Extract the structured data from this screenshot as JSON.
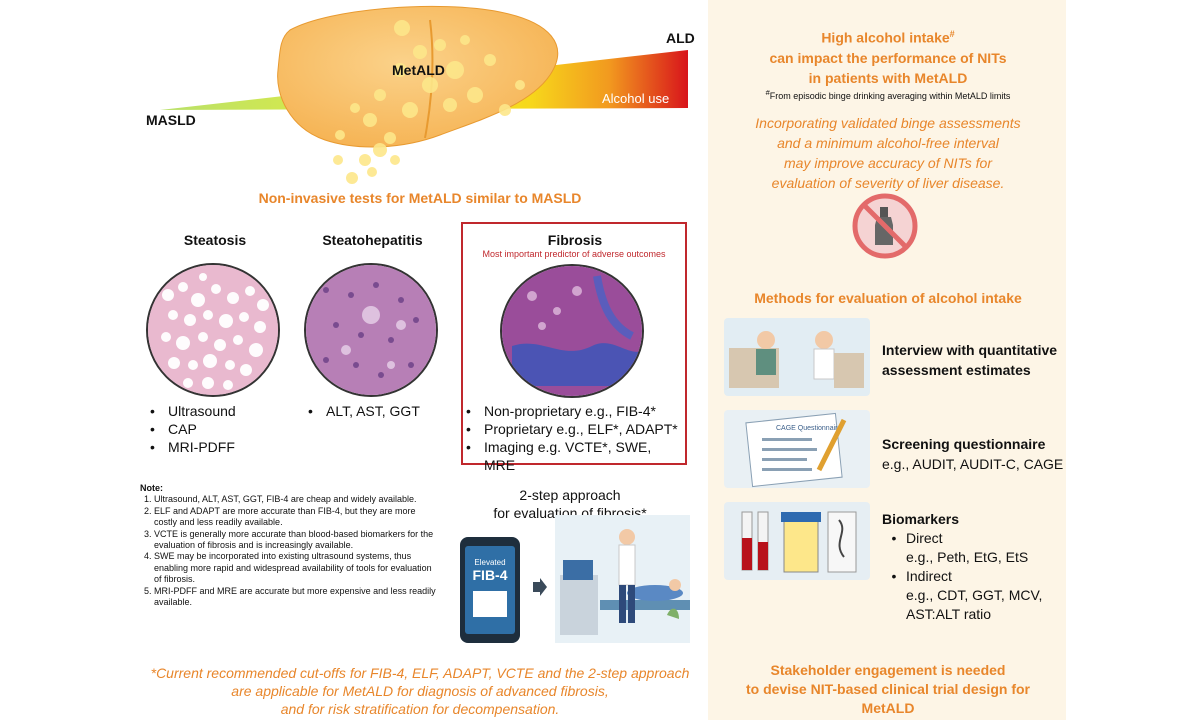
{
  "top": {
    "masld_label": "MASLD",
    "metald_label": "MetALD",
    "ald_label": "ALD",
    "alcohol_use_label": "Alcohol use",
    "subtitle": "Non-invasive tests for MetALD similar to MASLD"
  },
  "columns": {
    "steatosis": {
      "title": "Steatosis",
      "items": [
        "Ultrasound",
        "CAP",
        "MRI-PDFF"
      ]
    },
    "steatohepatitis": {
      "title": "Steatohepatitis",
      "items": [
        "ALT, AST, GGT"
      ]
    },
    "fibrosis": {
      "title": "Fibrosis",
      "subtitle": "Most important predictor of adverse outcomes",
      "items": [
        "Non-proprietary e.g., FIB-4*",
        "Proprietary e.g., ELF*, ADAPT*",
        "Imaging e.g. VCTE*, SWE, MRE"
      ]
    }
  },
  "notes": {
    "heading": "Note:",
    "items": [
      "Ultrasound, ALT, AST, GGT, FIB-4 are cheap and widely available.",
      "ELF and ADAPT are more accurate than FIB-4, but they are more costly and less readily available.",
      "VCTE is generally more accurate than blood-based biomarkers for the evaluation of fibrosis and is increasingly available.",
      "SWE may be incorporated into existing ultrasound systems, thus enabling more rapid and widespread availability of tools for evaluation of fibrosis.",
      "MRI-PDFF and MRE are accurate but more expensive and less readily available."
    ]
  },
  "two_step": {
    "title_line1": "2-step approach",
    "title_line2": "for evaluation of fibrosis*",
    "phone_line1": "Elevated",
    "phone_line2": "FIB-4"
  },
  "footer_left": {
    "line1": "*Current recommended cut-offs for FIB-4, ELF, ADAPT, VCTE and the 2-step approach",
    "line2": "are applicable for MetALD for diagnosis of advanced fibrosis,",
    "line3": "and for risk stratification for decompensation."
  },
  "right": {
    "heading_line1": "High alcohol intake",
    "heading_sup": "#",
    "heading_line2": "can impact the performance of NITs",
    "heading_line3": "in patients with MetALD",
    "footnote_sup": "#",
    "footnote": "From episodic binge drinking averaging within MetALD limits",
    "italic_line1": "Incorporating validated binge assessments",
    "italic_line2": "and a minimum alcohol-free interval",
    "italic_line3": "may improve accuracy of NITs for",
    "italic_line4": "evaluation of severity of liver disease.",
    "methods_title": "Methods for evaluation of alcohol intake",
    "method1_line1": "Interview with quantitative",
    "method1_line2": "assessment estimates",
    "method2_title": "Screening questionnaire",
    "method2_sub": "e.g., AUDIT, AUDIT-C, CAGE",
    "questionnaire_label": "CAGE Questionnaire",
    "method3_title": "Biomarkers",
    "direct_label": "Direct",
    "direct_eg": "e.g., Peth, EtG, EtS",
    "indirect_label": "Indirect",
    "indirect_eg1": "e.g., CDT, GGT, MCV,",
    "indirect_eg2": "AST:ALT ratio",
    "stake_line1": "Stakeholder engagement is needed",
    "stake_line2": "to devise NIT-based clinical trial design for MetALD"
  },
  "colors": {
    "orange": "#e8862b",
    "panel_bg": "#fdf5e6",
    "fibrosis_border": "#c0282d",
    "fibrosis_subtitle": "#c0282d"
  }
}
